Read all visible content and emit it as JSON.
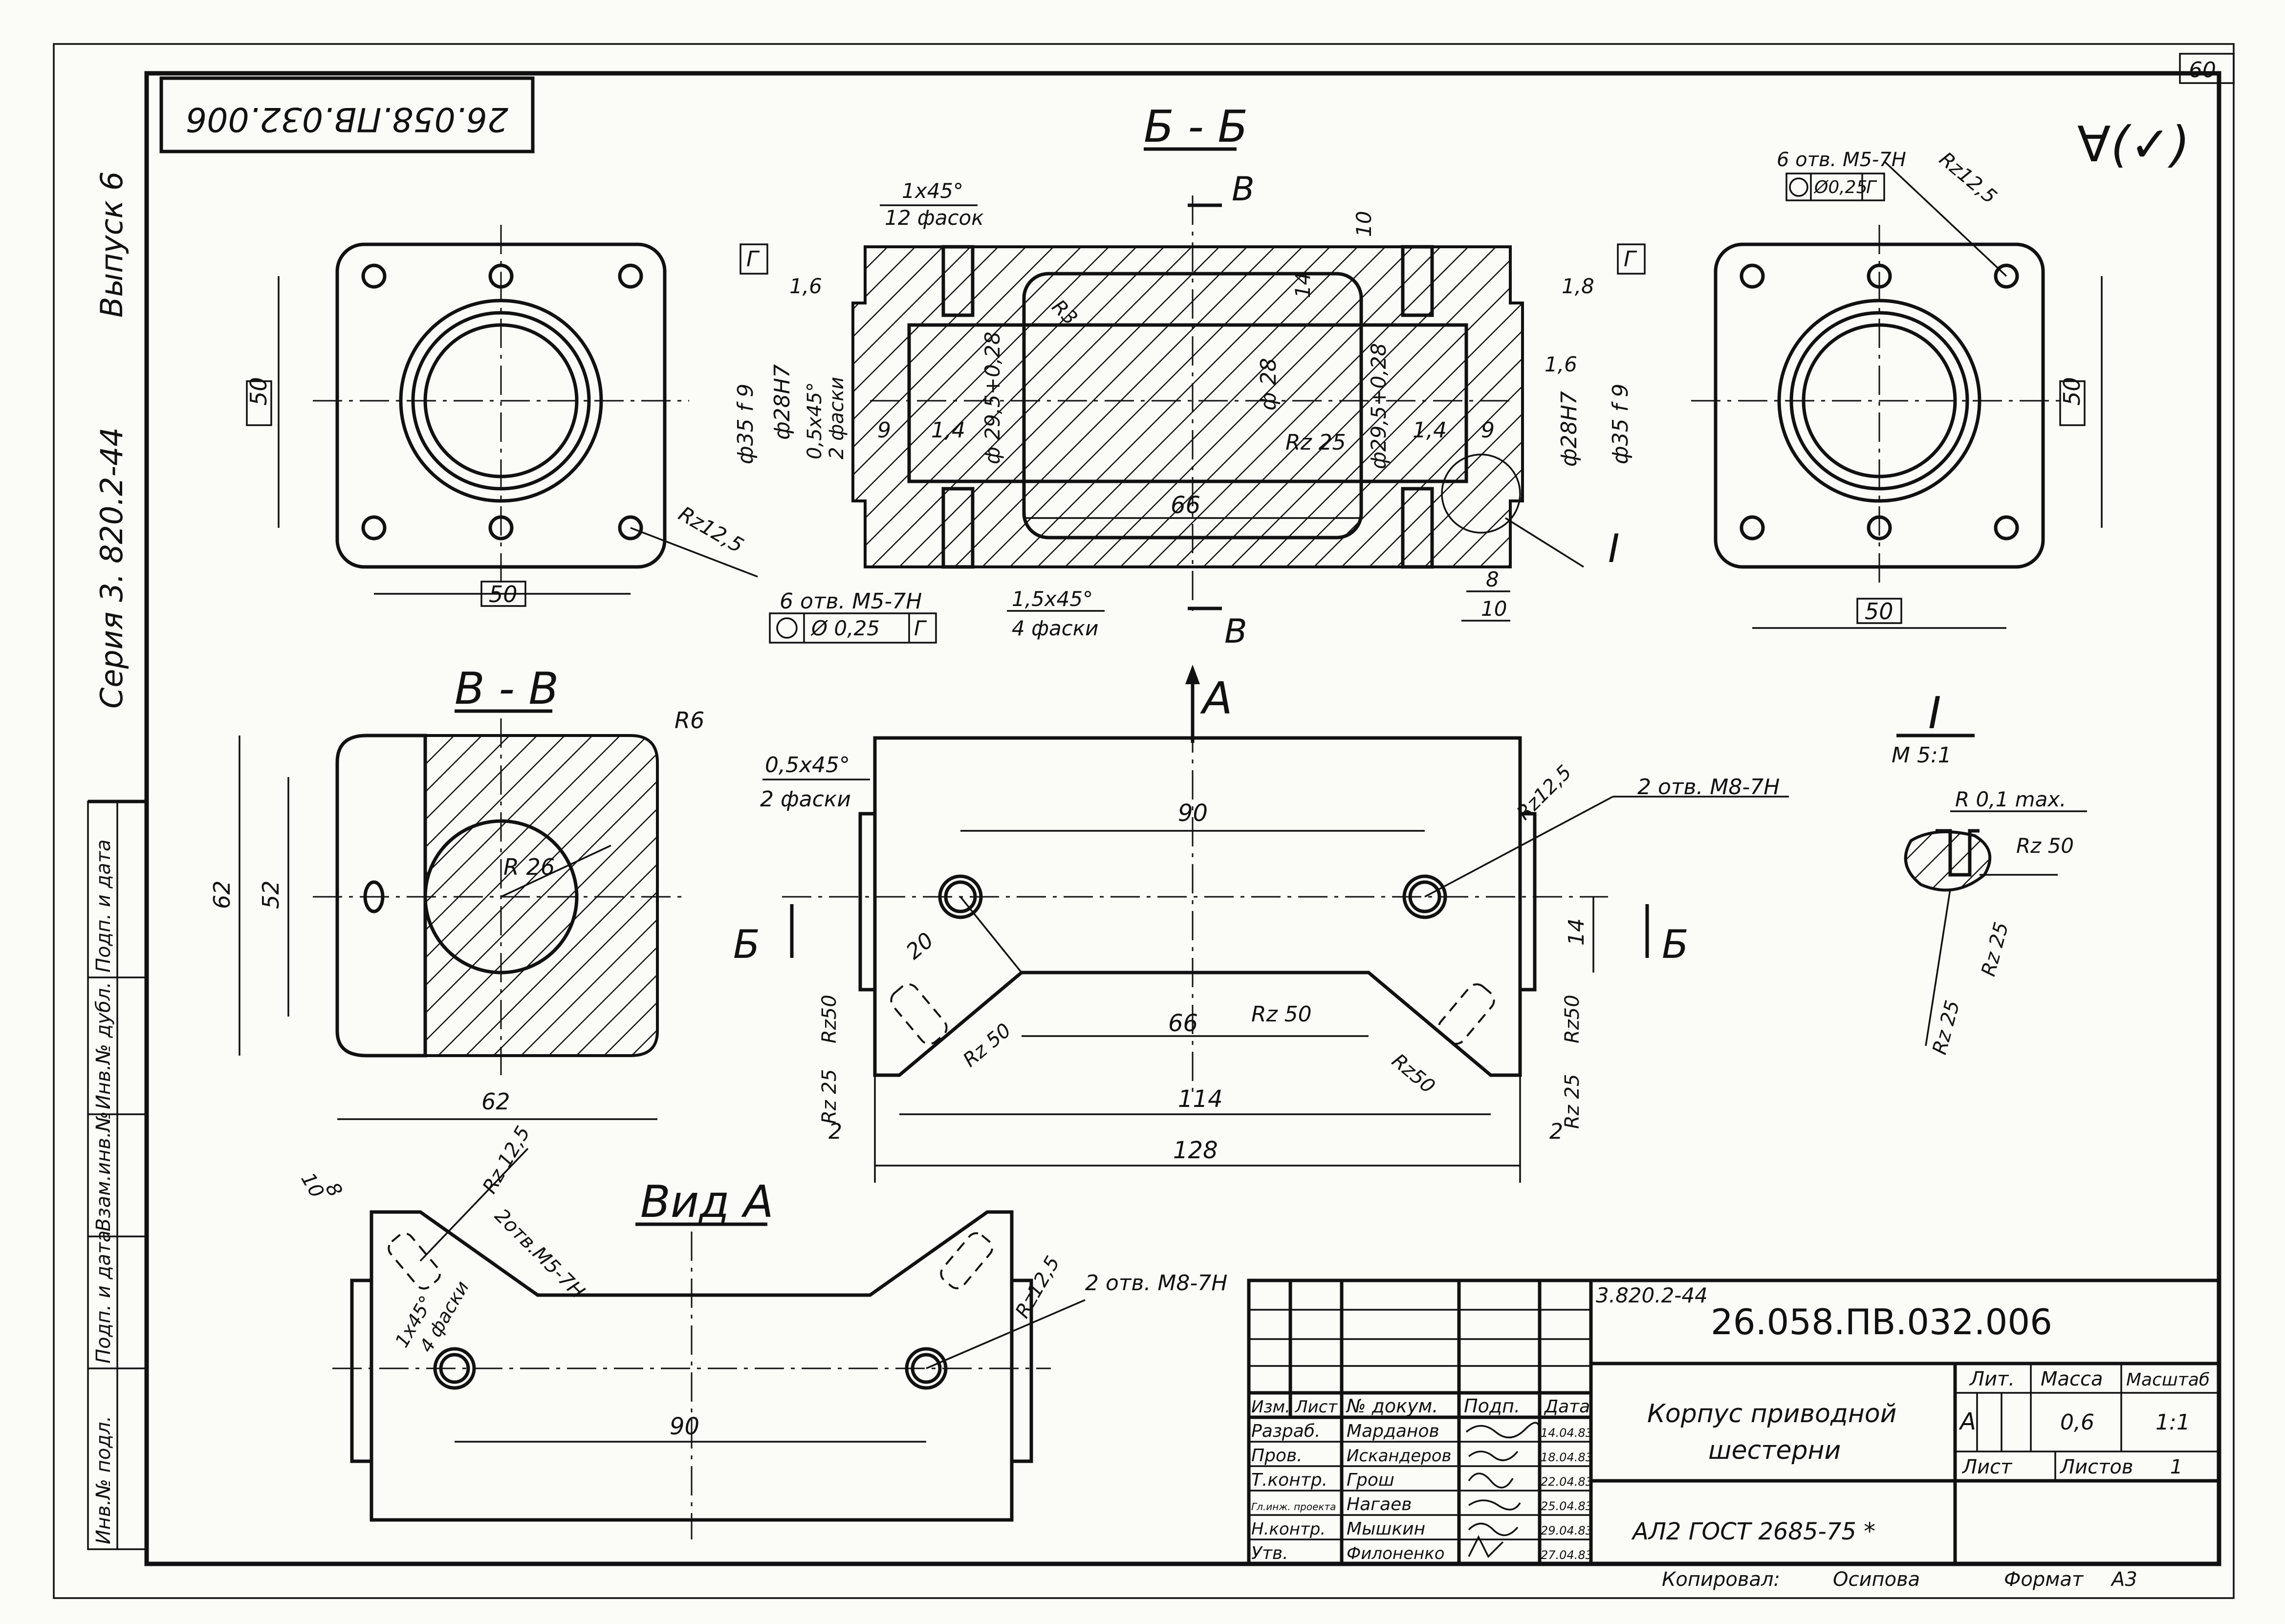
{
  "drawing": {
    "sheet_number": "60",
    "doc_code_rotated": "26.058.ПВ.032.006",
    "series": "Серия 3. 820.2-44",
    "issue": "Выпуск 6",
    "roughness_symbol": "∀(✓)"
  },
  "left_strip": {
    "cells": [
      "Инв.№ подл.",
      "Подп. и дата",
      "Взам.инв.№",
      "Инв.№ дубл.",
      "Подп. и дата"
    ]
  },
  "views": {
    "section_bb": {
      "title": "Б - Б",
      "cut_mark": "В",
      "labels": {
        "chamfer_top": "1x45°",
        "chamfer_top_note": "12 фасок",
        "datum": "Г",
        "rough_l": "1,6",
        "rough_r": "1,8",
        "d35_l": "ф35 f 9",
        "d28h7_l": "ф28H7",
        "ch05": "0,5x45°",
        "ch05_note": "2 фаски",
        "d295_l": "ф 29,5+0,28",
        "nine_l": "9",
        "fourteen_l": "1,4",
        "r3": "R3",
        "d28": "ф 28",
        "rz25": "Rz 25",
        "d295_r": "ф29,5+0,28",
        "fourteen_r": "1,4",
        "nine_r": "9",
        "d28h7_r": "ф28H7",
        "d35_r": "ф35 f 9",
        "rough_16_r": "1,6",
        "dim_10": "10",
        "dim_14": "14",
        "dim_66": "66",
        "dim_8": "8",
        "dim_10b": "10",
        "chamfer_bot": "1,5x45°",
        "chamfer_bot_note": "4 фаски",
        "detail_ref": "I"
      }
    },
    "left_end": {
      "dim_50_v": "50",
      "dim_50_h": "50",
      "rz": "Rz12,5",
      "holes": "6 отв. М5-7H",
      "tol": "Ø 0,25",
      "datum": "Г"
    },
    "right_end": {
      "holes": "6 отв. М5-7H",
      "tol": "Ø0,25",
      "datum": "Г",
      "rz": "Rz12,5",
      "dim_50_v": "50",
      "dim_50_h": "50"
    },
    "section_vv": {
      "title": "В - В",
      "r6": "R6",
      "r26": "R 26",
      "dim_62_v": "62",
      "dim_52_v": "52",
      "dim_62_h": "62"
    },
    "front": {
      "view_arrow": "А",
      "chamfer": "0,5x45°",
      "chamfer_note": "2 фаски",
      "dim_90": "90",
      "rz125": "Rz12,5",
      "holes_m8": "2 отв. М8-7H",
      "cut_l": "Б",
      "cut_r": "Б",
      "dim_14": "14",
      "dim_20": "20",
      "dim_66": "66",
      "rz50_mid": "Rz 50",
      "rz50_l": "Rz50",
      "rz50_l2": "Rz 50",
      "rz50_r": "Rz50",
      "rz50_r2": "Rz50",
      "rz25_l": "Rz 25",
      "rz25_r": "Rz 25",
      "dim_2_l": "2",
      "dim_2_r": "2",
      "dim_114": "114",
      "dim_128": "128"
    },
    "detail_i": {
      "title": "I",
      "scale": "М 5:1",
      "r01": "R 0,1 max.",
      "rz50": "Rz 50",
      "rz25a": "Rz 25",
      "rz25b": "Rz 25"
    },
    "view_a": {
      "title": "Вид А",
      "dim_10": "10",
      "dim_8": "8",
      "rz125": "Rz 12,5",
      "holes_m5": "2отв.М5-7H",
      "chamfer": "1x45°",
      "chamfer_note": "4 фаски",
      "rz125_r": "Rz12,5",
      "holes_m8": "2 отв. М8-7H",
      "dim_90": "90"
    }
  },
  "title_block": {
    "series_ref": "3.820.2-44",
    "designation": "26.058.ПВ.032.006",
    "name_line1": "Корпус приводной",
    "name_line2": "шестерни",
    "material": "АЛ2 ГОСТ 2685-75 *",
    "head": {
      "c1": "Изм.",
      "c2": "Лист",
      "c3": "№ докум.",
      "c4": "Подп.",
      "c5": "Дата"
    },
    "rows": [
      {
        "role": "Разраб.",
        "name": "Марданов",
        "date": "14.04.83"
      },
      {
        "role": "Пров.",
        "name": "Искандеров",
        "date": "18.04.83"
      },
      {
        "role": "Т.контр.",
        "name": "Грош",
        "date": "22.04.83"
      },
      {
        "role": "Гл.инж. проекта",
        "name": "Нагаев",
        "date": "25.04.83"
      },
      {
        "role": "Н.контр.",
        "name": "Мышкин",
        "date": "29.04.83"
      },
      {
        "role": "Утв.",
        "name": "Филоненко",
        "date": "27.04.83"
      }
    ],
    "lit_label": "Лит.",
    "mass_label": "Масса",
    "scale_label": "Масштаб",
    "lit_value": "А",
    "mass_value": "0,6",
    "scale_value": "1:1",
    "sheet_label": "Лист",
    "sheets_label": "Листов",
    "sheets_value": "1",
    "copied_label": "Копировал:",
    "copied_name": "Осипова",
    "format_label": "Формат",
    "format_value": "А3"
  }
}
